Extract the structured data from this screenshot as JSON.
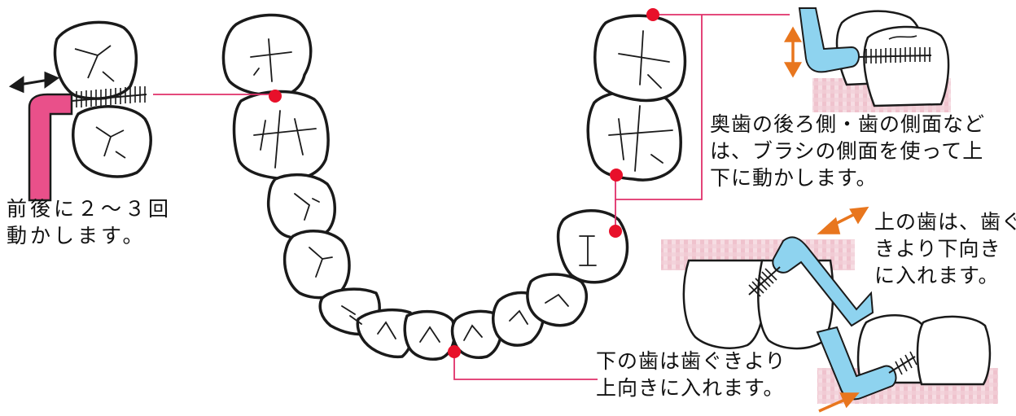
{
  "captions": {
    "left": {
      "line1": "前後に２～３回",
      "line2": "動かします。"
    },
    "back": {
      "line1": "奥歯の後ろ側・歯の側面など",
      "line2": "は、ブラシの側面を使って上",
      "line3": "下に動かします。"
    },
    "upper": {
      "line1": "上の歯は、歯ぐ",
      "line2": "きより下向き",
      "line3": "に入れます。"
    },
    "lower": {
      "line1": "下の歯は歯ぐきより",
      "line2": "上向きに入れます。"
    }
  },
  "colors": {
    "marker": "#e8102a",
    "leader_line": "#e0306a",
    "brush_pink": "#e9508a",
    "brush_blue": "#8ed3ef",
    "arrow_orange": "#e8761e",
    "gum_pink": "#f2cdd6",
    "outline": "#1a1a1a"
  }
}
